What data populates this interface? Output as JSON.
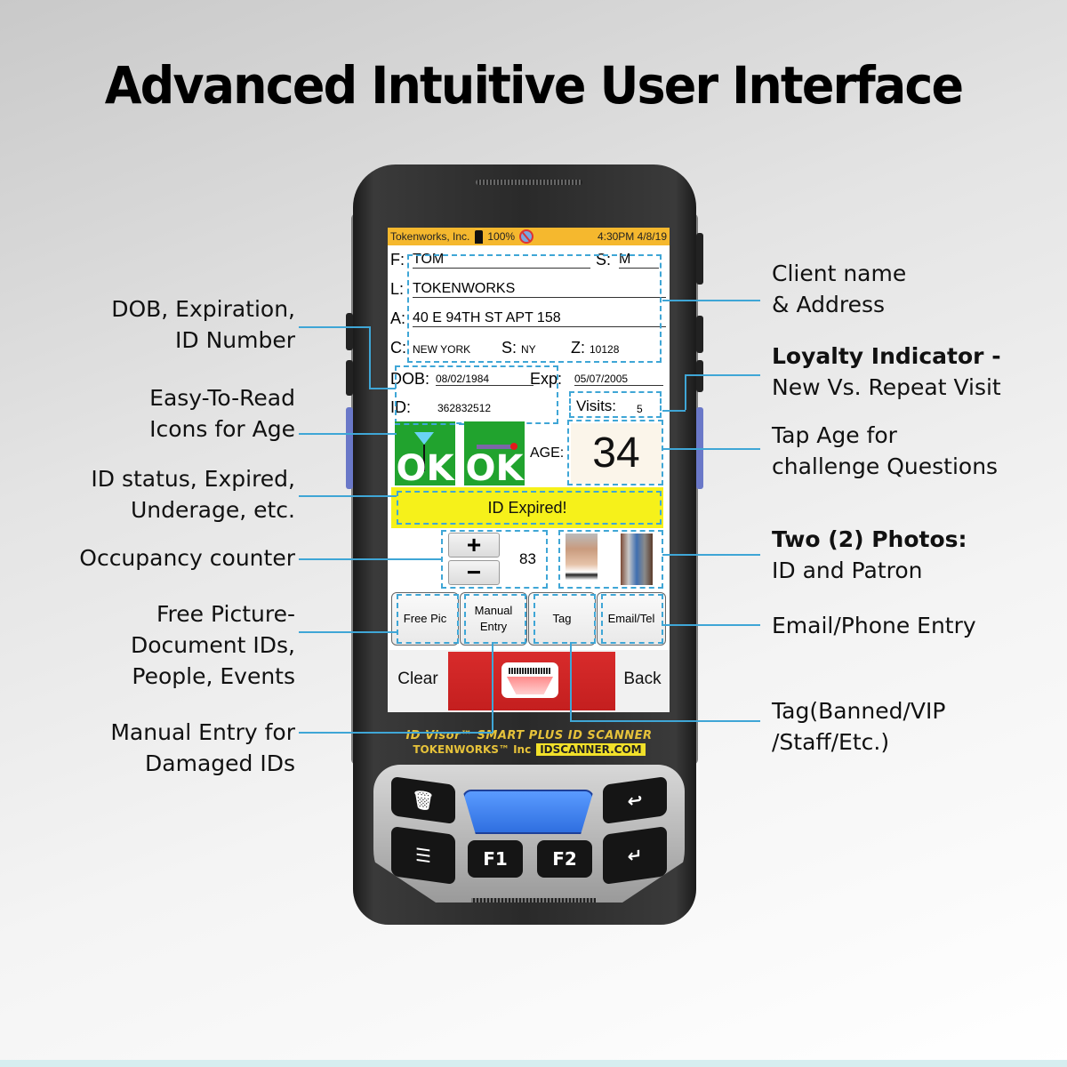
{
  "title": "Advanced Intuitive User Interface",
  "device": {
    "statusbar": {
      "company": "Tokenworks, Inc.",
      "battery": "100%",
      "time": "4:30PM 4/8/19"
    },
    "fields": {
      "first_label": "F:",
      "first_value": "TOM",
      "sex_label": "S:",
      "sex_value": "M",
      "last_label": "L:",
      "last_value": "TOKENWORKS",
      "address_label": "A:",
      "address_value": "40 E 94TH ST APT 158",
      "city_label": "C:",
      "city_value": "NEW YORK",
      "state_label": "S:",
      "state_value": "NY",
      "zip_label": "Z:",
      "zip_value": "10128",
      "dob_label": "DOB:",
      "dob_value": "08/02/1984",
      "exp_label": "Exp:",
      "exp_value": "05/07/2005",
      "id_label": "ID:",
      "id_value": "362832512",
      "visits_label": "Visits:",
      "visits_value": "5"
    },
    "age_icons": {
      "drink_ok": "OK",
      "smoke_ok": "OK",
      "age_label": "AGE:",
      "age_value": "34"
    },
    "status_message": "ID Expired!",
    "occupancy": {
      "plus": "+",
      "minus": "−",
      "count": "83"
    },
    "function_buttons": [
      {
        "label": "Free Pic"
      },
      {
        "label": "Manual Entry"
      },
      {
        "label": "Tag"
      },
      {
        "label": "Email/Tel"
      }
    ],
    "bottom_bar": {
      "clear": "Clear",
      "back": "Back"
    },
    "branding": {
      "line1": "ID Visor™ SMART PLUS ID SCANNER",
      "company": "TOKENWORKS™ Inc",
      "url": "IDSCANNER.COM"
    },
    "keypad": {
      "f1": "F1",
      "f2": "F2"
    }
  },
  "callouts_left": [
    {
      "lines": [
        "DOB, Expiration,",
        "ID Number"
      ]
    },
    {
      "lines": [
        "Easy-To-Read",
        "Icons for Age"
      ]
    },
    {
      "lines": [
        "ID status, Expired,",
        "Underage, etc."
      ]
    },
    {
      "lines": [
        "Occupancy counter"
      ]
    },
    {
      "lines": [
        "Free Picture-",
        "Document IDs,",
        "People, Events"
      ]
    },
    {
      "lines": [
        "Manual Entry for",
        "Damaged IDs"
      ]
    }
  ],
  "callouts_right": [
    {
      "bold": "",
      "lines": [
        "Client name",
        "& Address"
      ]
    },
    {
      "bold": "Loyalty Indicator -",
      "lines": [
        "New Vs. Repeat Visit"
      ]
    },
    {
      "bold": "",
      "lines": [
        "Tap Age for",
        "challenge Questions"
      ]
    },
    {
      "bold": "Two (2) Photos:",
      "lines": [
        "ID and Patron"
      ]
    },
    {
      "bold": "",
      "lines": [
        "Email/Phone Entry"
      ]
    },
    {
      "bold": "",
      "lines": [
        "Tag(Banned/VIP",
        "/Staff/Etc.)"
      ]
    }
  ],
  "colors": {
    "accent_leader": "#3fa6d6",
    "statusbar": "#f5b82e",
    "ok_green": "#21a32e",
    "expired_yellow": "#f6f11a",
    "scan_red": "#d82b2b",
    "scan_key_blue": "#2f6fe0"
  }
}
